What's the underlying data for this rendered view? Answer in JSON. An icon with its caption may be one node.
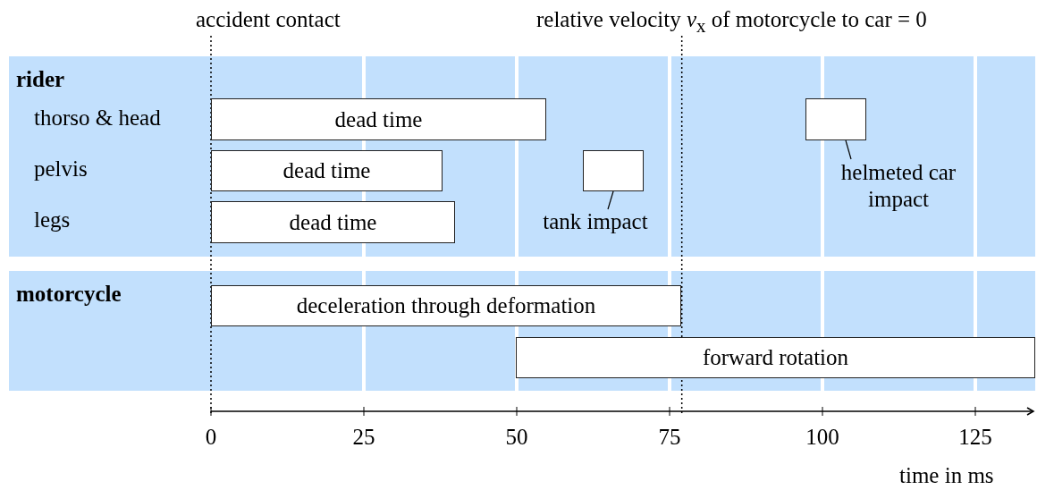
{
  "diagram": {
    "nodes": [
      {
        "text": [
          "rider"
        ]
      },
      {
        "text": [
          "dead time"
        ],
        "in": 0
      },
      {
        "text": [
          "dead time"
        ],
        "in": 0
      },
      {
        "text": [
          "dead time"
        ],
        "in": 0
      },
      {
        "text": [],
        "shape": "box",
        "in": 0
      },
      {
        "text": [
          "tank impact"
        ],
        "in": 0
      },
      {
        "text": [],
        "shape": "box",
        "in": 0
      },
      {
        "text": [
          "helmeted car impact"
        ],
        "in": 0
      },
      {
        "text": [
          "motorcycle"
        ]
      },
      {
        "text": [
          "deceleration through deformation"
        ],
        "in": 8
      },
      {
        "text": [
          "forward rotation"
        ],
        "in": 8
      }
    ],
    "edges": [
      {
        "from": 5,
        "to": 4,
        "arrow": "none"
      },
      {
        "from": 7,
        "to": 6,
        "arrow": "none"
      }
    ],
    "labels": [
      "accident contact",
      "relative velocity *v*$_{x}$ of motorcycle to car = 0",
      "thorso & head",
      "pelvis",
      "legs",
      "0",
      "25",
      "50",
      "75",
      "100",
      "125",
      "time in ms"
    ]
  }
}
